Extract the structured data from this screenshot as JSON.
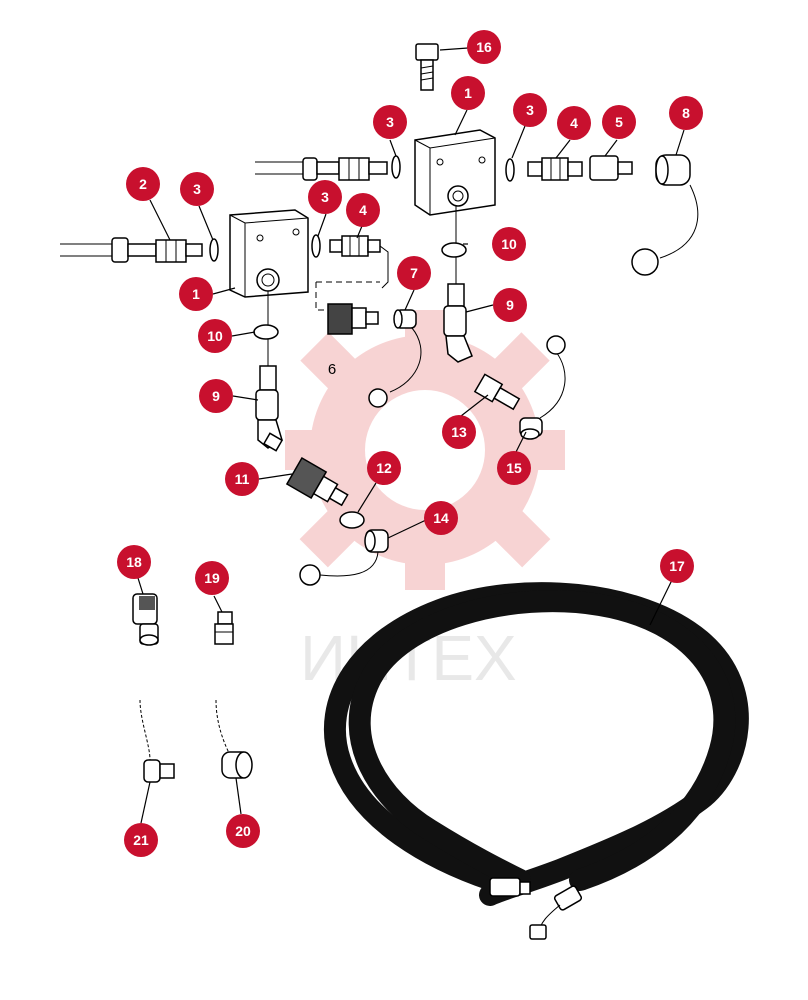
{
  "diagram": {
    "watermark_text": "ИНТЕХ",
    "callout_color": "#c8102e",
    "watermark_color": "#f2b0b0",
    "callouts": [
      {
        "id": "c16",
        "label": "16"
      },
      {
        "id": "c1a",
        "label": "1"
      },
      {
        "id": "c3a",
        "label": "3"
      },
      {
        "id": "c3b",
        "label": "3"
      },
      {
        "id": "c4a",
        "label": "4"
      },
      {
        "id": "c5",
        "label": "5"
      },
      {
        "id": "c8",
        "label": "8"
      },
      {
        "id": "c2",
        "label": "2"
      },
      {
        "id": "c3c",
        "label": "3"
      },
      {
        "id": "c3d",
        "label": "3"
      },
      {
        "id": "c4b",
        "label": "4"
      },
      {
        "id": "c10a",
        "label": "10"
      },
      {
        "id": "c7",
        "label": "7"
      },
      {
        "id": "c9a",
        "label": "9"
      },
      {
        "id": "c1b",
        "label": "1"
      },
      {
        "id": "c10b",
        "label": "10"
      },
      {
        "id": "c9b",
        "label": "9"
      },
      {
        "id": "c13",
        "label": "13"
      },
      {
        "id": "c15",
        "label": "15"
      },
      {
        "id": "c11",
        "label": "11"
      },
      {
        "id": "c12",
        "label": "12"
      },
      {
        "id": "c14",
        "label": "14"
      },
      {
        "id": "c17",
        "label": "17"
      },
      {
        "id": "c18",
        "label": "18"
      },
      {
        "id": "c19",
        "label": "19"
      },
      {
        "id": "c21",
        "label": "21"
      },
      {
        "id": "c20",
        "label": "20"
      }
    ],
    "plain_label_6": "6"
  }
}
